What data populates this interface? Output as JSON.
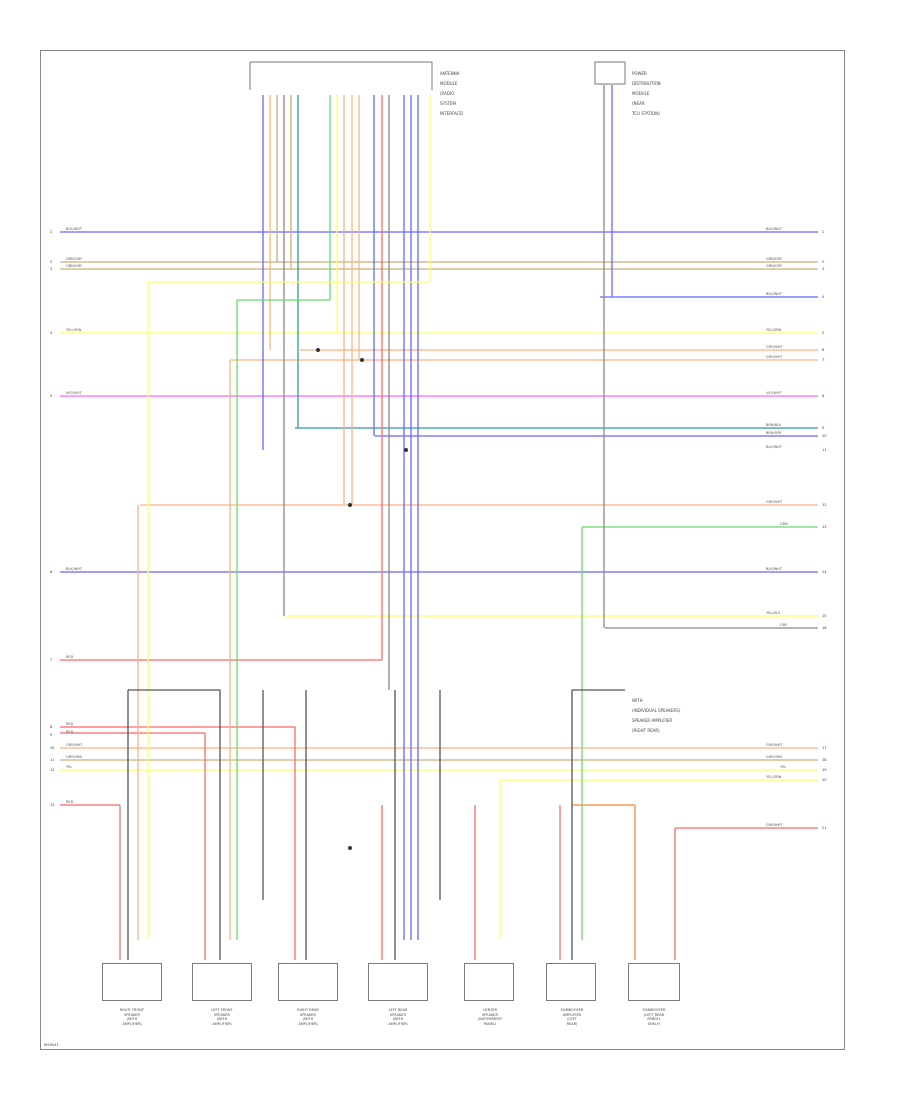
{
  "page": {
    "id": "W29041"
  },
  "module_top": {
    "lines": [
      "ANTENNA",
      "MODULE",
      "(RADIO",
      "SYSTEM",
      "INTERFACE)"
    ]
  },
  "module_right": {
    "lines": [
      "POWER",
      "DISTRIBUTION",
      "MODULE",
      "(NEAR",
      "TCU STATION)"
    ]
  },
  "left_labels": [
    {
      "num": "1",
      "text": "BLK/WHT"
    },
    {
      "num": "2",
      "text": "GRN/GRY"
    },
    {
      "num": "3",
      "text": "GRN/GRY"
    },
    {
      "num": "4",
      "text": "YEL/GRN"
    },
    {
      "num": "5",
      "text": "VIO/WHT"
    },
    {
      "num": "6",
      "text": "BLK/WHT"
    },
    {
      "num": "7",
      "text": "RED"
    },
    {
      "num": "8",
      "text": "RED"
    },
    {
      "num": "9",
      "text": "RED"
    },
    {
      "num": "10",
      "text": "GRY/WHT"
    },
    {
      "num": "11",
      "text": "GRY/GRN"
    },
    {
      "num": "12",
      "text": "YEL"
    },
    {
      "num": "13",
      "text": "RED"
    }
  ],
  "right_labels": [
    {
      "num": "1",
      "text": "BLK/WHT"
    },
    {
      "num": "2",
      "text": "GRN/GRY"
    },
    {
      "num": "3",
      "text": "GRN/GRY"
    },
    {
      "num": "4",
      "text": "BLK/WHT"
    },
    {
      "num": "5",
      "text": "YEL/GRN"
    },
    {
      "num": "6",
      "text": "GRY/WHT"
    },
    {
      "num": "7",
      "text": "GRY/WHT"
    },
    {
      "num": "8",
      "text": "VIO/WHT"
    },
    {
      "num": "9",
      "text": "BRN/BLU"
    },
    {
      "num": "10",
      "text": "BRN/GRY"
    },
    {
      "num": "11",
      "text": "BLK/WHT"
    },
    {
      "num": "12",
      "text": "GRY/WHT"
    },
    {
      "num": "13",
      "text": "GRN"
    },
    {
      "num": "14",
      "text": "BLK/WHT"
    },
    {
      "num": "15",
      "text": "YEL/BLU"
    },
    {
      "num": "16",
      "text": "GRY"
    },
    {
      "num": "17",
      "text": "GRY/WHT"
    },
    {
      "num": "18",
      "text": "GRY/GRN"
    },
    {
      "num": "19",
      "text": "YEL"
    },
    {
      "num": "20",
      "text": "YEL/GRN"
    },
    {
      "num": "21",
      "text": "GRY/WHT"
    }
  ],
  "right_note": {
    "lines": [
      "WITH",
      "(INDIVIDUAL SPEAKERS)",
      "SPEAKER AMPLIFIER",
      "(RIGHT REAR)"
    ]
  },
  "components": [
    {
      "caption": "RIGHT FRONT\nSPEAKER\n(WITH\nAMPLIFIER)"
    },
    {
      "caption": "LEFT FRONT\nSPEAKER\n(WITH\nAMPLIFIER)"
    },
    {
      "caption": "RIGHT REAR\nSPEAKER\n(WITH\nAMPLIFIER)"
    },
    {
      "caption": "LEFT REAR\nSPEAKER\n(WITH\nAMPLIFIER)"
    },
    {
      "caption": "CENTER\nSPEAKER\n(INSTRUMENT\nPANEL)"
    },
    {
      "caption": "SUBWOOFER\nAMPLIFIER\n(LEFT\nREAR)"
    },
    {
      "caption": "SUBWOOFER\n(LEFT REAR\nPARCEL\nSHELF)"
    }
  ],
  "wire_colors": {
    "blue": "#6666ff",
    "tan": "#c8b07a",
    "yellow": "#ffff66",
    "pink": "#ff66ff",
    "orange": "#ffb080",
    "green": "#66dd66",
    "teal": "#339999",
    "red": "#ff6666",
    "gray": "#888888"
  }
}
